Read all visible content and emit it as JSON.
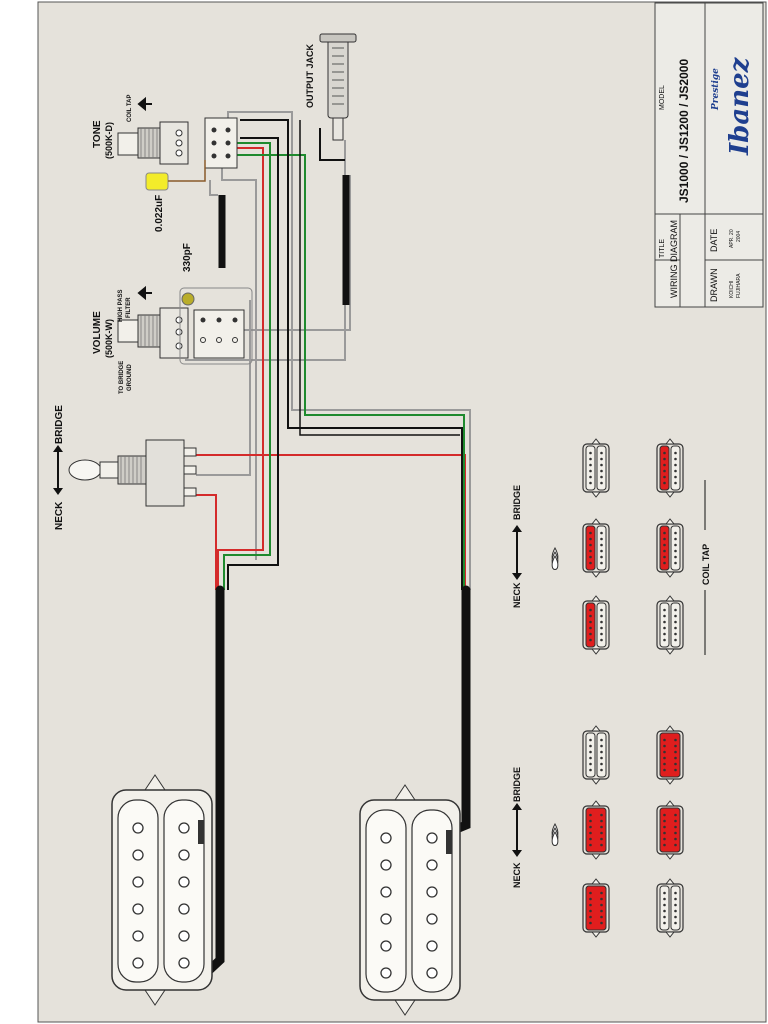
{
  "labels": {
    "output_jack": "OUTPUT JACK",
    "coil_tap_arrow": "COIL TAP",
    "tone": "TONE",
    "tone_value": "(500K-D)",
    "cap_tone": "0.022uF",
    "cap_hpf": "330pF",
    "high_pass_filter_1": "HIGH PASS",
    "high_pass_filter_2": "FILTER",
    "volume": "VOLUME",
    "volume_value": "(500K-W)",
    "to_bridge_1": "TO BRIDGE",
    "to_bridge_2": "GROUND",
    "neck": "NECK",
    "bridge": "BRIDGE",
    "coil_tap_row": "COIL TAP"
  },
  "title_block": {
    "title_header": "TITLE",
    "title_value": "WIRING DIAGRAM",
    "model_header": "MODEL",
    "model_value": "JS1000 / JS1200 / JS2000",
    "drawn_header": "DRAWN",
    "drawn_value_1": "KOICHI",
    "drawn_value_2": "FUJIHARA",
    "date_header": "DATE",
    "date_value_1": "APR. 20",
    "date_value_2": "2004",
    "brand": "Ibanez",
    "series": "Prestige"
  },
  "colors": {
    "background": "#e5e2db",
    "wire_red": "#d42b2b",
    "wire_green": "#1f8a2e",
    "wire_black": "#111111",
    "coil_active": "#e01e1e",
    "coil_inactive": "#f2f0ea",
    "cap_tone": "#f3ec2a",
    "cap_hpf": "#b9ad2a"
  }
}
